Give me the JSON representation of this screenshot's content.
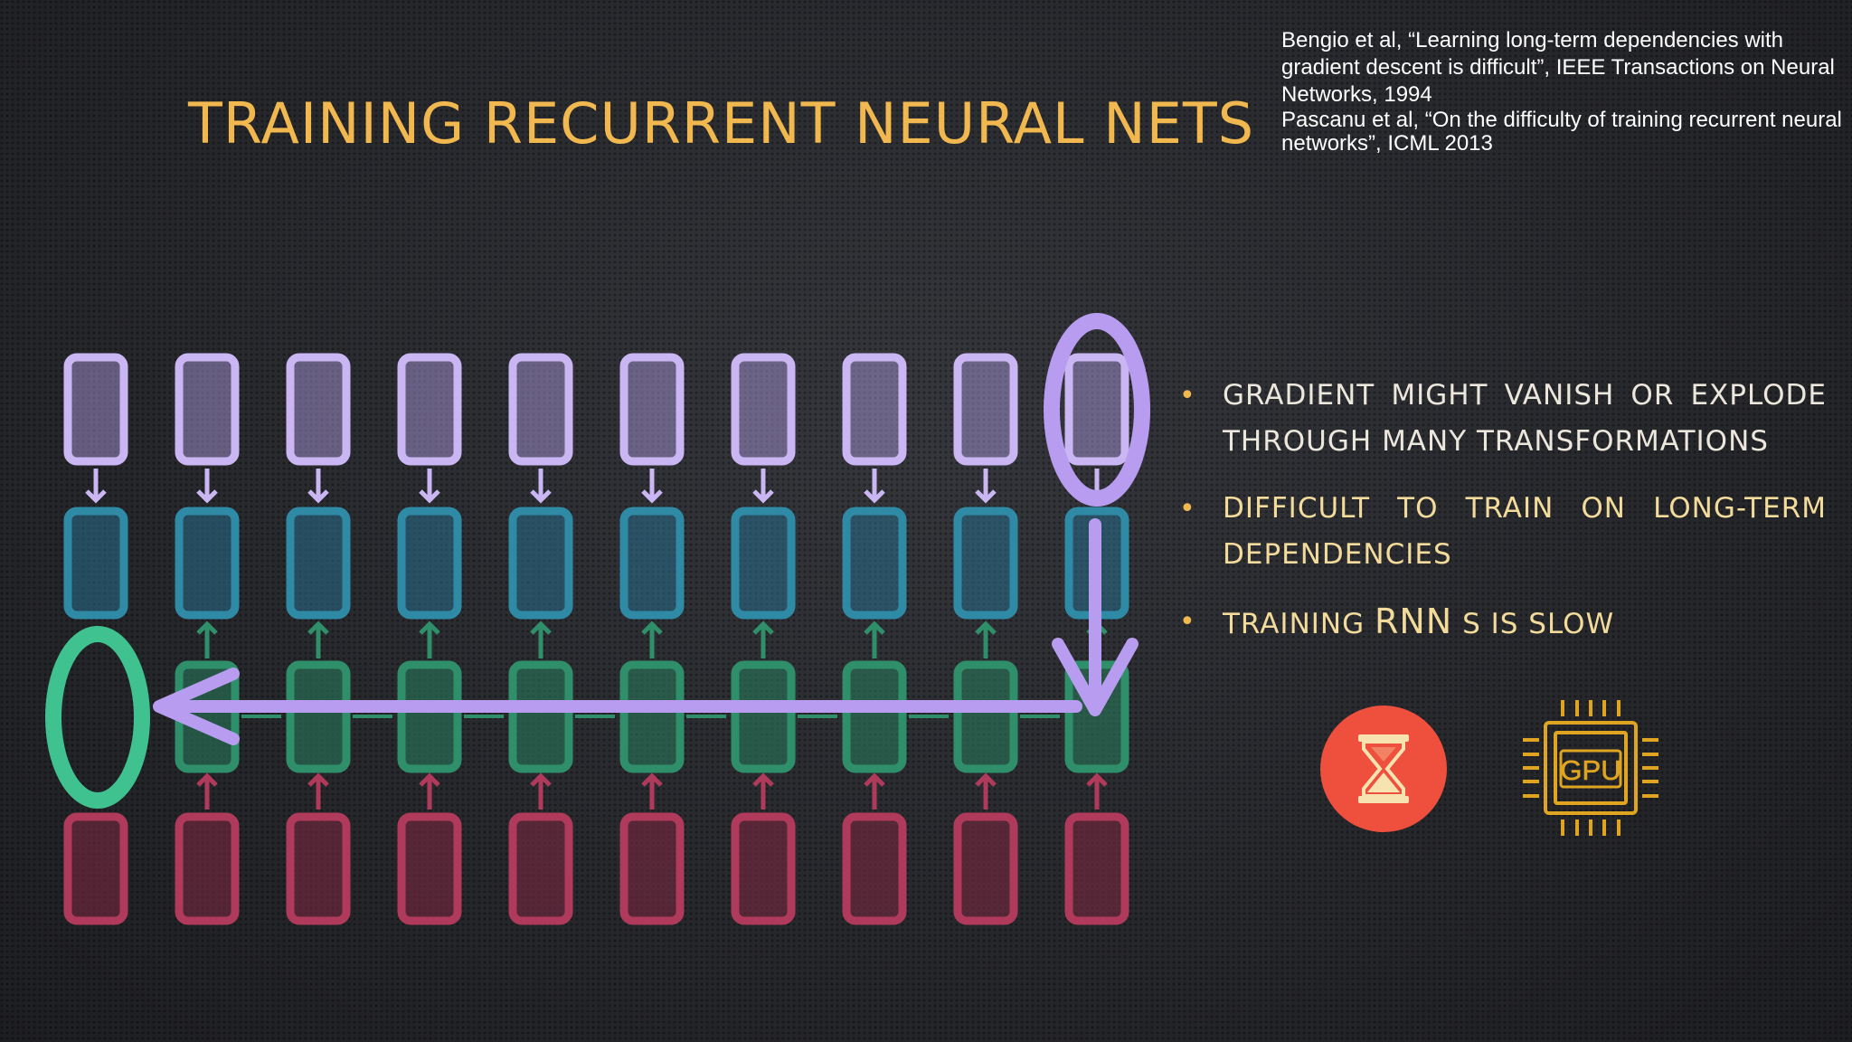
{
  "slide": {
    "title": "TRAINING RECURRENT NEURAL NETS",
    "references": [
      "Bengio et al, “Learning long-term dependencies with gradient descent is difficult”, IEEE Transactions on Neural Networks, 1994",
      "Pascanu et al, “On the difficulty of training recurrent neural networks”, ICML 2013"
    ],
    "bullets": [
      {
        "text": "GRADIENT MIGHT VANISH OR EXPLODE THROUGH MANY TRANSFORMATIONS"
      },
      {
        "text": "DIFFICULT TO TRAIN ON LONG-TERM DEPENDENCIES"
      },
      {
        "part1": "TRAINING ",
        "part2": "RNN",
        "part3": " S IS SLOW"
      }
    ],
    "bullet_marker": "•"
  },
  "diagram": {
    "timesteps": 10,
    "colors": {
      "output": "#c9b6f2",
      "hidden": "#2f8aa6",
      "state": "#2f8f6a",
      "input": "#b03a5b",
      "highlight_arrow": "#b89cf0",
      "highlight_start": "#b89cf0",
      "highlight_end": "#3fc28f"
    },
    "highlight": {
      "start_timestep": 10,
      "end_timestep": 1,
      "description_icons": [
        "down-arrow-icon",
        "left-arrow-icon"
      ]
    }
  },
  "icons": {
    "slow": {
      "name": "hourglass-icon",
      "bg": "#ef4f3d",
      "fg": "#f6e3b0"
    },
    "gpu": {
      "name": "gpu-chip-icon",
      "label": "GPU",
      "color": "#e0a520"
    }
  }
}
